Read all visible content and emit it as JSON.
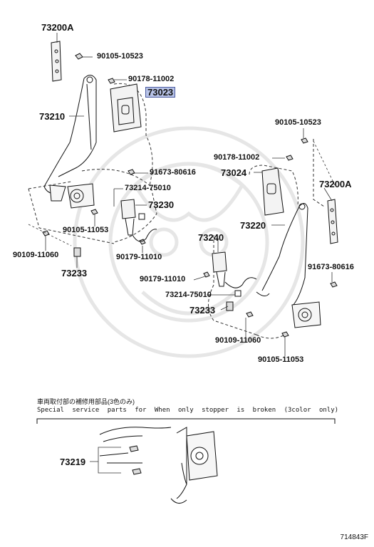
{
  "labels": {
    "p73200a_left": "73200A",
    "p90105_10523_left": "90105-10523",
    "p90178_11002_left": "90178-11002",
    "p73023": "73023",
    "p73210": "73210",
    "p91673_80616_left": "91673-80616",
    "p73214_75010_left": "73214-75010",
    "p73230": "73230",
    "p90105_11053_left": "90105-11053",
    "p90109_11060_left": "90109-11060",
    "p90179_11010_left": "90179-11010",
    "p73233_left": "73233",
    "p90105_10523_right": "90105-10523",
    "p90178_11002_right": "90178-11002",
    "p73024": "73024",
    "p73200a_right": "73200A",
    "p73220": "73220",
    "p73240": "73240",
    "p91673_80616_right": "91673-80616",
    "p90179_11010_right": "90179-11010",
    "p73214_75010_right": "73214-75010",
    "p73233_right": "73233",
    "p90109_11060_right": "90109-11060",
    "p90105_11053_right": "90105-11053",
    "p73219": "73219"
  },
  "note": {
    "japanese": "車両取付部の補修用部品(3色のみ)",
    "english": "Special service parts for When only stopper is broken (3color only)"
  },
  "figure_number": "714843F",
  "highlighted_part": "73023"
}
